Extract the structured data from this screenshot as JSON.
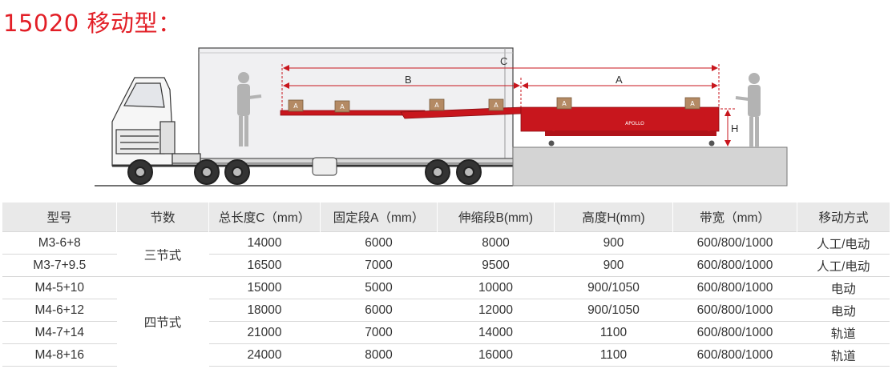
{
  "title": "15020 移动型：",
  "diagram": {
    "label_c": "C",
    "label_b": "B",
    "label_a": "A",
    "label_h": "H",
    "box_label": "A",
    "brand": "APOLLO",
    "colors": {
      "red": "#c8161d",
      "ground": "#d4d4d4",
      "outline": "#333333"
    }
  },
  "table": {
    "headers": [
      "型号",
      "节数",
      "总长度C（mm）",
      "固定段A（mm）",
      "伸缩段B(mm)",
      "高度H(mm)",
      "带宽（mm）",
      "移动方式"
    ],
    "groups": [
      {
        "sections": "三节式",
        "rows": [
          [
            "M3-6+8",
            "14000",
            "6000",
            "8000",
            "900",
            "600/800/1000",
            "人工/电动"
          ],
          [
            "M3-7+9.5",
            "16500",
            "7000",
            "9500",
            "900",
            "600/800/1000",
            "人工/电动"
          ]
        ]
      },
      {
        "sections": "四节式",
        "rows": [
          [
            "M4-5+10",
            "15000",
            "5000",
            "10000",
            "900/1050",
            "600/800/1000",
            "电动"
          ],
          [
            "M4-6+12",
            "18000",
            "6000",
            "12000",
            "900/1050",
            "600/800/1000",
            "电动"
          ],
          [
            "M4-7+14",
            "21000",
            "7000",
            "14000",
            "1100",
            "600/800/1000",
            "轨道"
          ],
          [
            "M4-8+16",
            "24000",
            "8000",
            "16000",
            "1100",
            "600/800/1000",
            "轨道"
          ]
        ]
      }
    ]
  }
}
